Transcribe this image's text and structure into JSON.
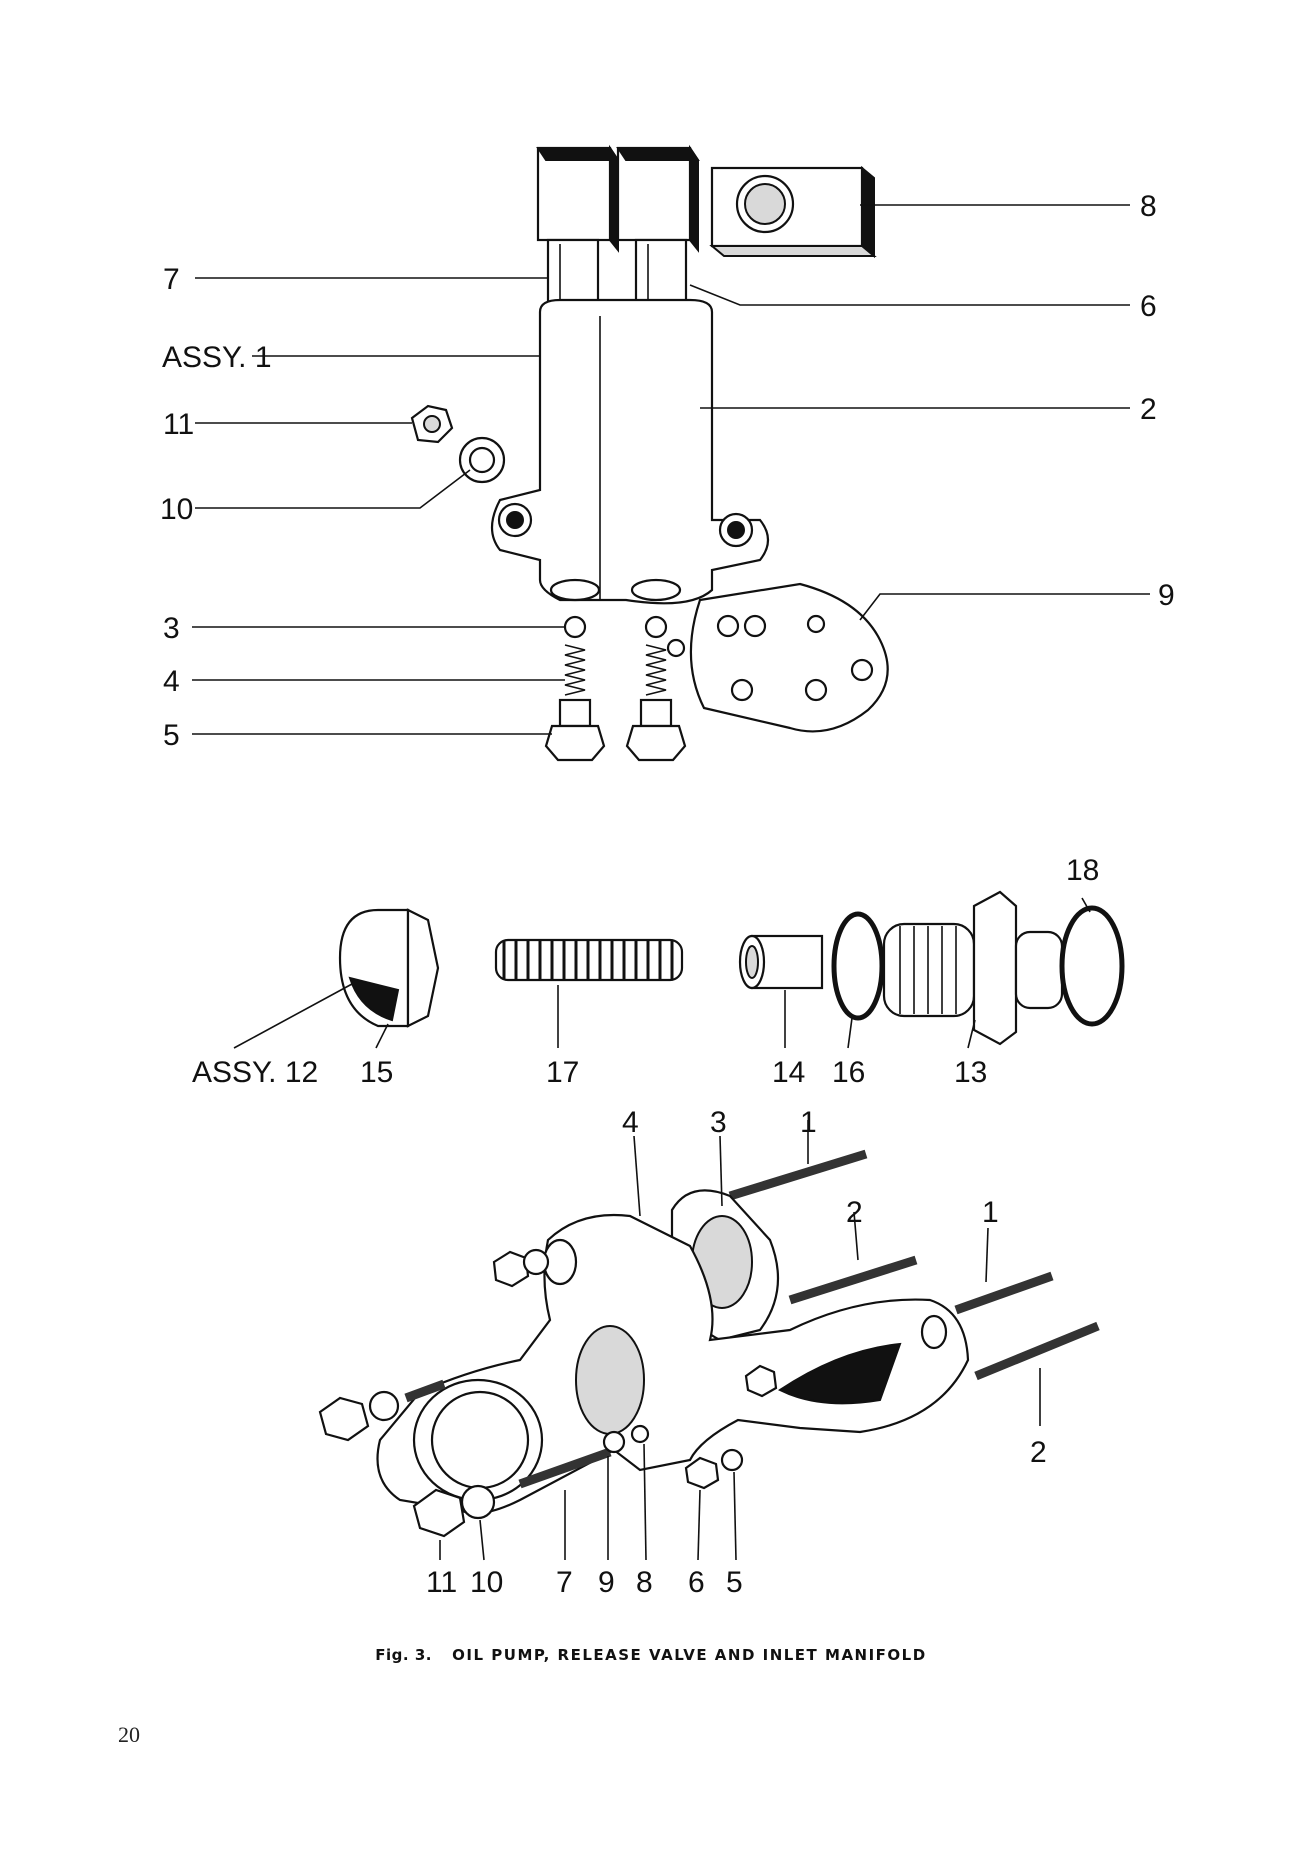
{
  "figure": {
    "fig_number": "Fig. 3.",
    "title": "OIL PUMP, RELEASE VALVE AND INLET MANIFOLD"
  },
  "page_number": "20",
  "pump_labels": {
    "p8": "8",
    "p7": "7",
    "p6": "6",
    "assy1": "ASSY. 1",
    "p2": "2",
    "p11": "11",
    "p10": "10",
    "p9": "9",
    "p3": "3",
    "p4": "4",
    "p5": "5"
  },
  "valve_labels": {
    "p18": "18",
    "assy12": "ASSY. 12",
    "p15": "15",
    "p17": "17",
    "p14": "14",
    "p16": "16",
    "p13": "13"
  },
  "manifold_labels": {
    "p4": "4",
    "p3": "3",
    "p1a": "1",
    "p2a": "2",
    "p1b": "1",
    "p2b": "2",
    "p11": "11",
    "p10": "10",
    "p7": "7",
    "p9": "9",
    "p8": "8",
    "p6": "6",
    "p5": "5"
  }
}
